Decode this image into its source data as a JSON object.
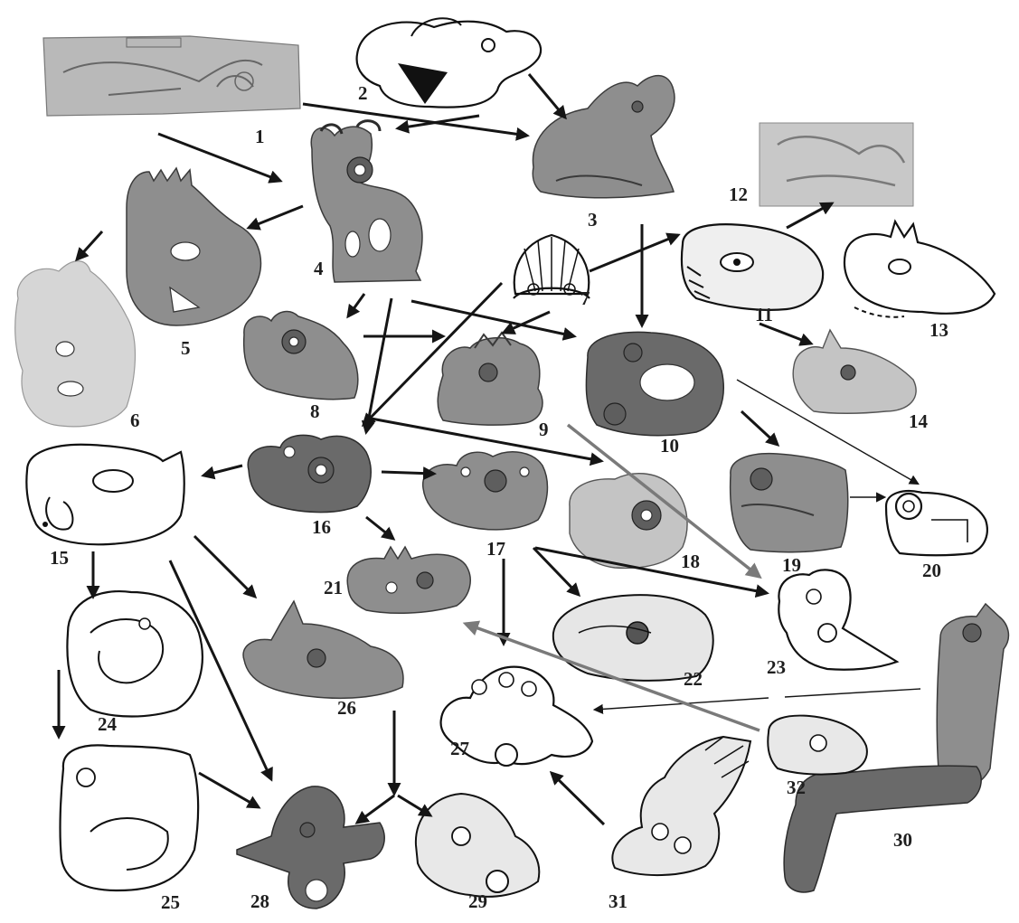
{
  "labels": [
    "1",
    "2",
    "3",
    "4",
    "5",
    "6",
    "7",
    "8",
    "9",
    "10",
    "11",
    "12",
    "13",
    "14",
    "15",
    "16",
    "17",
    "18",
    "19",
    "20",
    "21",
    "22",
    "23",
    "24",
    "25",
    "26",
    "27",
    "28",
    "29",
    "30",
    "31",
    "32"
  ],
  "colors": {
    "arrow_dark": "#151515",
    "arrow_grey": "#7a7a7a",
    "bronze": "#8e8e8e",
    "label": "#1e1e1e"
  }
}
